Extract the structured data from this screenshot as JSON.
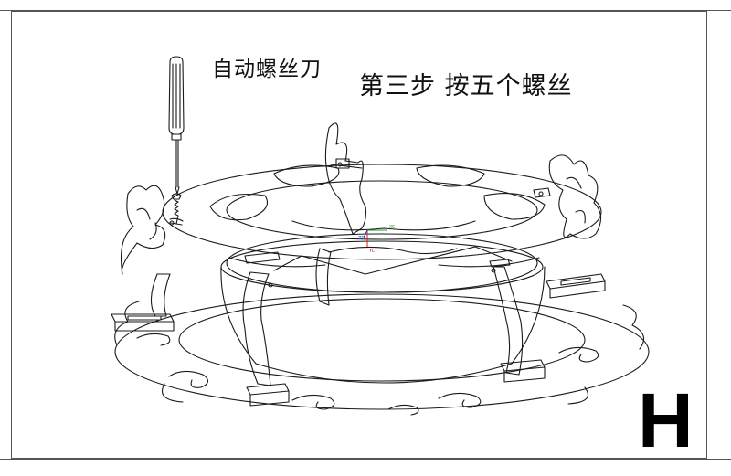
{
  "labels": {
    "tool": "自动螺丝刀",
    "step": "第三步 按五个螺丝",
    "step_letter": "H",
    "axis_x": "XC",
    "axis_y": "YC",
    "axis_z": "ZC"
  },
  "colors": {
    "line": "#1a1a1a",
    "axis_x": "#1a9c1a",
    "axis_y": "#cc1f1f",
    "axis_z": "#2233bb"
  }
}
